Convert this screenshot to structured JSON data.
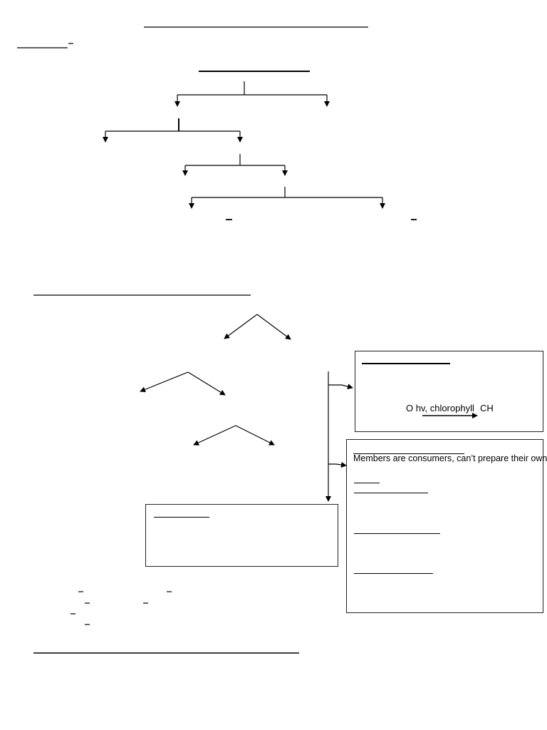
{
  "photosynthesis_box": {
    "equation_left": "O hv, chlorophyll",
    "equation_right": "CH"
  },
  "consumers_box": {
    "description": "Members are consumers, can’t prepare their own"
  }
}
